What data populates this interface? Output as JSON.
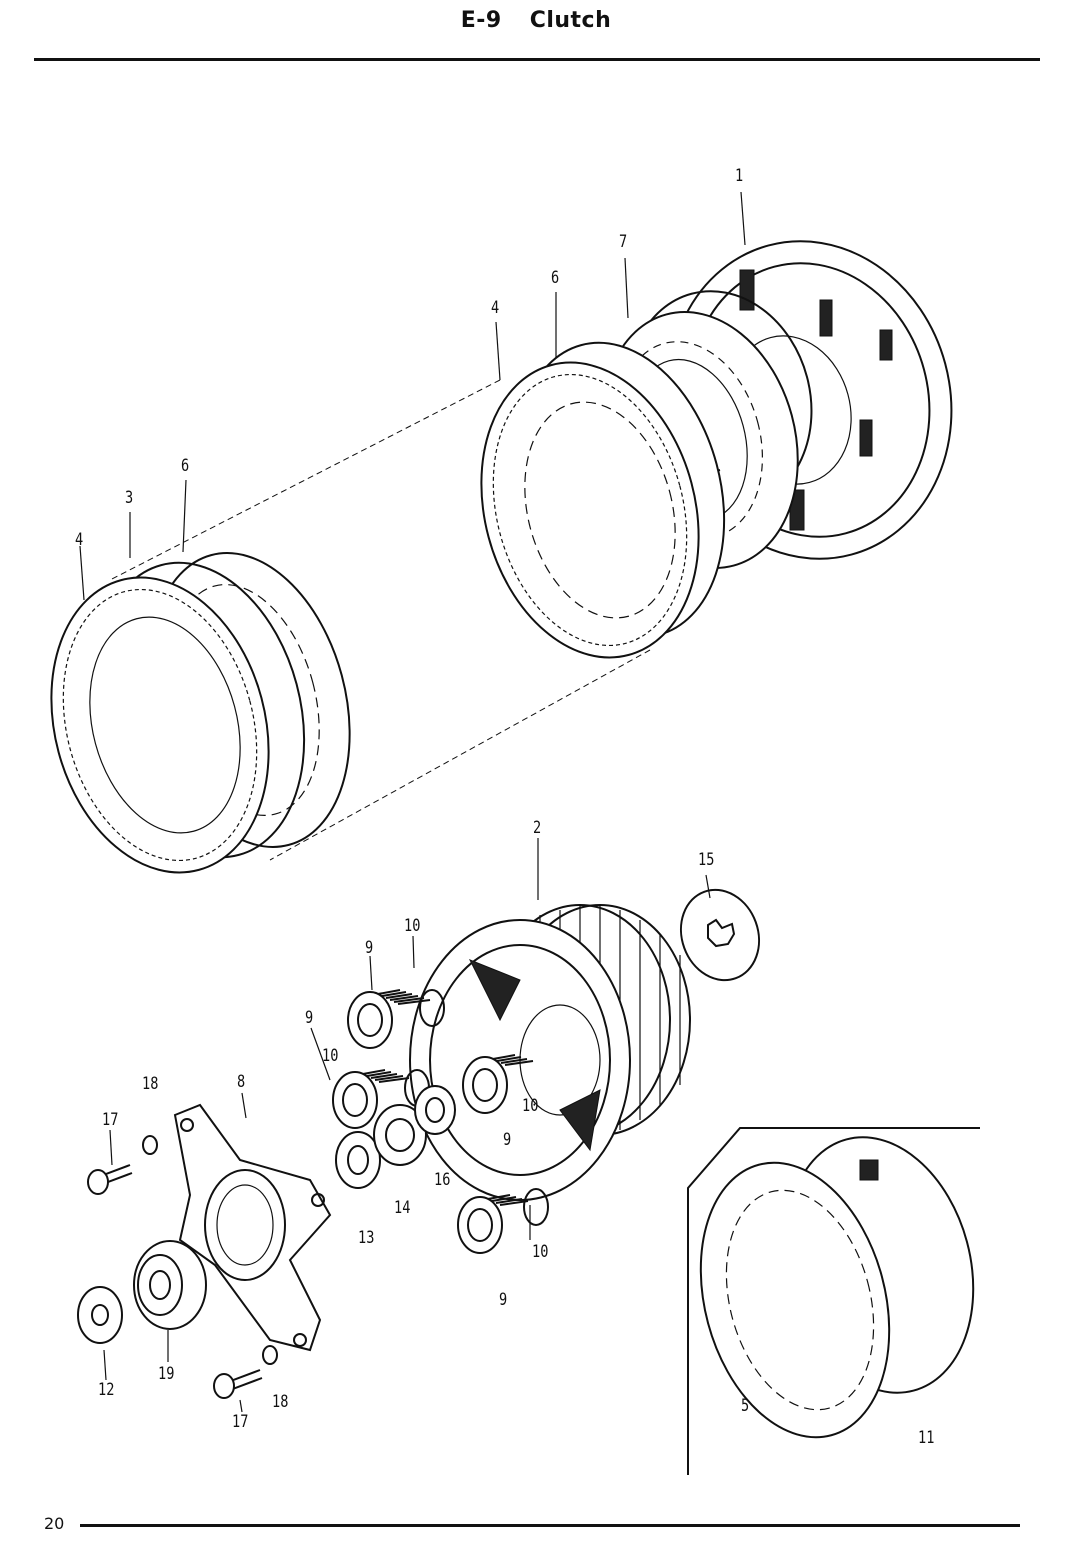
{
  "header": {
    "code": "E-9",
    "title": "Clutch"
  },
  "page_number": "20",
  "callouts": [
    {
      "id": "c1",
      "label": "1"
    },
    {
      "id": "c7",
      "label": "7"
    },
    {
      "id": "c6a",
      "label": "6"
    },
    {
      "id": "c4a",
      "label": "4"
    },
    {
      "id": "c6b",
      "label": "6"
    },
    {
      "id": "c3",
      "label": "3"
    },
    {
      "id": "c4b",
      "label": "4"
    },
    {
      "id": "c2",
      "label": "2"
    },
    {
      "id": "c15",
      "label": "15"
    },
    {
      "id": "c10a",
      "label": "10"
    },
    {
      "id": "c9a",
      "label": "9"
    },
    {
      "id": "c9b",
      "label": "9"
    },
    {
      "id": "c10b",
      "label": "10"
    },
    {
      "id": "c18a",
      "label": "18"
    },
    {
      "id": "c8",
      "label": "8"
    },
    {
      "id": "c17a",
      "label": "17"
    },
    {
      "id": "c10c",
      "label": "10"
    },
    {
      "id": "c9c",
      "label": "9"
    },
    {
      "id": "c16",
      "label": "16"
    },
    {
      "id": "c14",
      "label": "14"
    },
    {
      "id": "c13",
      "label": "13"
    },
    {
      "id": "c10d",
      "label": "10"
    },
    {
      "id": "c9d",
      "label": "9"
    },
    {
      "id": "c12",
      "label": "12"
    },
    {
      "id": "c19",
      "label": "19"
    },
    {
      "id": "c17b",
      "label": "17"
    },
    {
      "id": "c18b",
      "label": "18"
    },
    {
      "id": "c5",
      "label": "5"
    },
    {
      "id": "c11",
      "label": "11"
    }
  ]
}
